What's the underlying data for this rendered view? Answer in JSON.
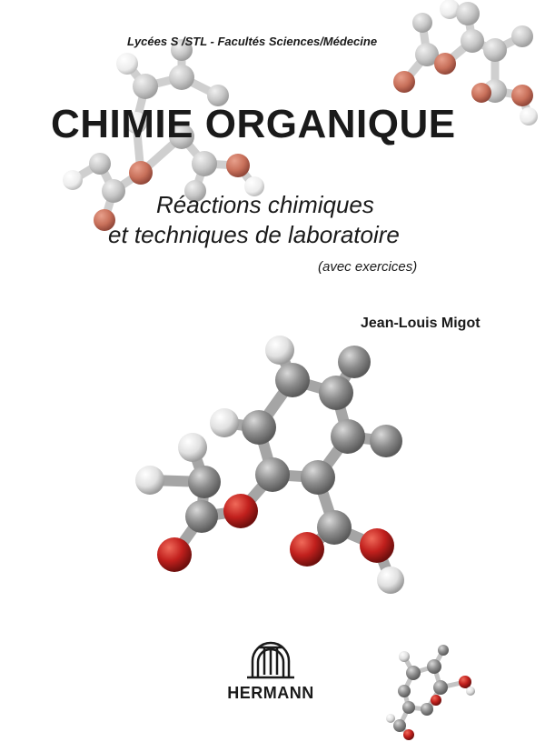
{
  "cover": {
    "series_line": "Lycées S /STL - Facultés Sciences/Médecine",
    "title": "CHIMIE ORGANIQUE",
    "subtitle_line1": "Réactions chimiques",
    "subtitle_line2": "et techniques de laboratoire",
    "note": "(avec exercices)",
    "author": "Jean-Louis Migot",
    "publisher": "HERMANN"
  },
  "colors": {
    "text": "#1a1a1a",
    "atom_carbon": "#8c8c8c",
    "atom_hydrogen": "#e8e8e8",
    "atom_oxygen": "#c1201d",
    "faded_carbon": "#c8c8c8",
    "faded_oxygen": "#c8705a"
  },
  "icons": {
    "publisher_logo": "hermann-logo-icon",
    "molecule": "molecule-model-icon"
  }
}
